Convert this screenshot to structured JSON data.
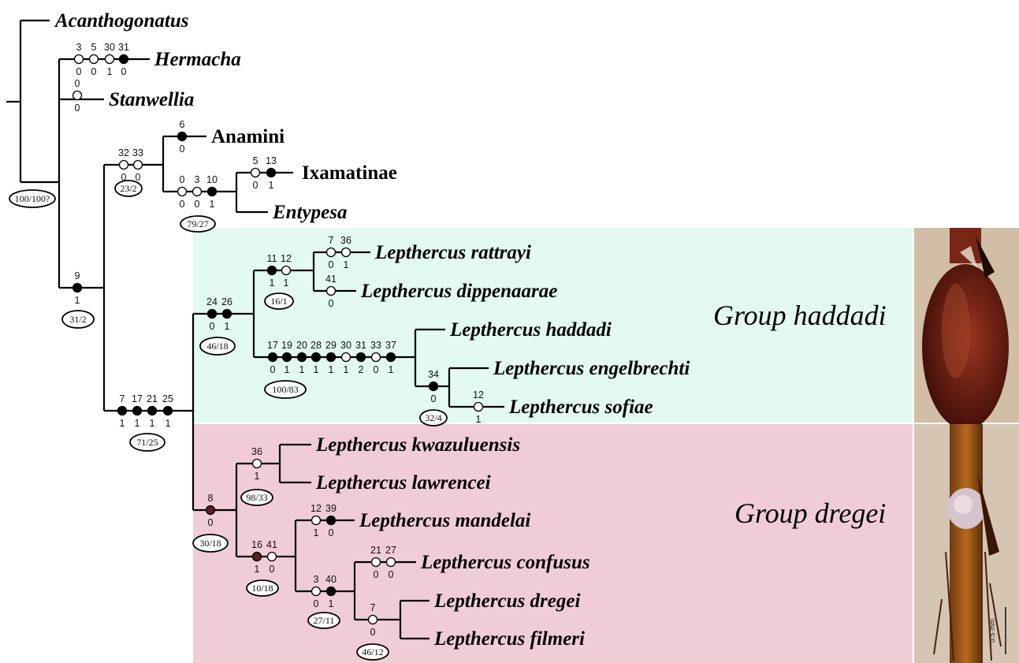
{
  "taxa": {
    "acanthogonatus": "Acanthogonatus",
    "hermacha": "Hermacha",
    "stanwellia": "Stanwellia",
    "anamini": "Anamini",
    "ixamatinae": "Ixamatinae",
    "entypesa": "Entypesa",
    "rattrayi": "Lepthercus rattrayi",
    "dippenaarae": "Lepthercus dippenaarae",
    "haddadi": "Lepthercus haddadi",
    "engelbrechti": "Lepthercus engelbrechti",
    "sofiae": "Lepthercus sofiae",
    "kwazuluensis": "Lepthercus kwazuluensis",
    "lawrencei": "Lepthercus lawrencei",
    "mandelai": "Lepthercus mandelai",
    "confusus": "Lepthercus confusus",
    "dregei": "Lepthercus dregei",
    "filmeri": "Lepthercus filmeri"
  },
  "groups": {
    "haddadi": "Group haddadi",
    "dregei": "Group dregei",
    "haddadi_color": "#e2faf0",
    "dregei_color": "#f0cdd6"
  },
  "support": {
    "root": "100/100?",
    "anamini_ix": "23/2",
    "ixent": "79/27",
    "core": "31/2",
    "lepthercus": "71/25",
    "haddadi_group": "46/18",
    "rattrayi_dipp": "16/1",
    "haddadi_clade": "100/83",
    "eng_sof": "32/4",
    "dregei_group": "30/18",
    "kwa_law": "98/33",
    "mand_clade": "10/18",
    "conf_clade": "27/11",
    "dreg_film": "46/12"
  },
  "characters": {
    "hermacha": [
      {
        "c": "3",
        "s": "0",
        "f": false
      },
      {
        "c": "5",
        "s": "0",
        "f": false
      },
      {
        "c": "30",
        "s": "1",
        "f": false
      },
      {
        "c": "31",
        "s": "0",
        "f": true
      }
    ],
    "stanwellia": [
      {
        "c": "0",
        "s": "0",
        "f": false
      }
    ],
    "anamini": [
      {
        "c": "6",
        "s": "0",
        "f": true
      }
    ],
    "anamini_ix": [
      {
        "c": "32",
        "s": "0",
        "f": false
      },
      {
        "c": "33",
        "s": "0",
        "f": false
      }
    ],
    "ixent": [
      {
        "c": "0",
        "s": "0",
        "f": false
      },
      {
        "c": "3",
        "s": "0",
        "f": false
      },
      {
        "c": "10",
        "s": "1",
        "f": true
      }
    ],
    "ixamatinae": [
      {
        "c": "5",
        "s": "0",
        "f": false
      },
      {
        "c": "13",
        "s": "1",
        "f": true
      }
    ],
    "core": [
      {
        "c": "9",
        "s": "1",
        "f": true
      }
    ],
    "lepthercus": [
      {
        "c": "7",
        "s": "1",
        "f": true
      },
      {
        "c": "17",
        "s": "1",
        "f": true
      },
      {
        "c": "21",
        "s": "1",
        "f": true
      },
      {
        "c": "25",
        "s": "1",
        "f": true
      }
    ],
    "haddadi_group": [
      {
        "c": "24",
        "s": "0",
        "f": true
      },
      {
        "c": "26",
        "s": "1",
        "f": true
      }
    ],
    "rattrayi_dipp": [
      {
        "c": "11",
        "s": "1",
        "f": true
      },
      {
        "c": "12",
        "s": "1",
        "f": false
      }
    ],
    "rattrayi": [
      {
        "c": "7",
        "s": "0",
        "f": false
      },
      {
        "c": "36",
        "s": "1",
        "f": false
      }
    ],
    "dippenaarae": [
      {
        "c": "41",
        "s": "0",
        "f": false
      }
    ],
    "haddadi_clade": [
      {
        "c": "17",
        "s": "0",
        "f": true
      },
      {
        "c": "19",
        "s": "1",
        "f": true
      },
      {
        "c": "20",
        "s": "1",
        "f": true
      },
      {
        "c": "28",
        "s": "1",
        "f": true
      },
      {
        "c": "29",
        "s": "1",
        "f": true
      },
      {
        "c": "30",
        "s": "1",
        "f": false
      },
      {
        "c": "31",
        "s": "2",
        "f": true
      },
      {
        "c": "33",
        "s": "0",
        "f": false
      },
      {
        "c": "37",
        "s": "1",
        "f": true
      }
    ],
    "eng_sof": [
      {
        "c": "34",
        "s": "0",
        "f": true
      }
    ],
    "sofiae": [
      {
        "c": "12",
        "s": "1",
        "f": false
      }
    ],
    "dregei_group": [
      {
        "c": "8",
        "s": "0",
        "f": true
      }
    ],
    "kwa_law": [
      {
        "c": "36",
        "s": "1",
        "f": false
      }
    ],
    "mand_clade": [
      {
        "c": "16",
        "s": "1",
        "f": true
      },
      {
        "c": "41",
        "s": "0",
        "f": false
      }
    ],
    "mandelai": [
      {
        "c": "12",
        "s": "1",
        "f": false
      },
      {
        "c": "39",
        "s": "0",
        "f": true
      }
    ],
    "confusus": [
      {
        "c": "21",
        "s": "0",
        "f": false
      },
      {
        "c": "27",
        "s": "0",
        "f": false
      }
    ],
    "conf_clade": [
      {
        "c": "3",
        "s": "0",
        "f": false
      },
      {
        "c": "40",
        "s": "1",
        "f": true
      }
    ],
    "dreg_film": [
      {
        "c": "7",
        "s": "0",
        "f": false
      }
    ]
  },
  "scale_bar": {
    "label": "0.5 mm"
  }
}
